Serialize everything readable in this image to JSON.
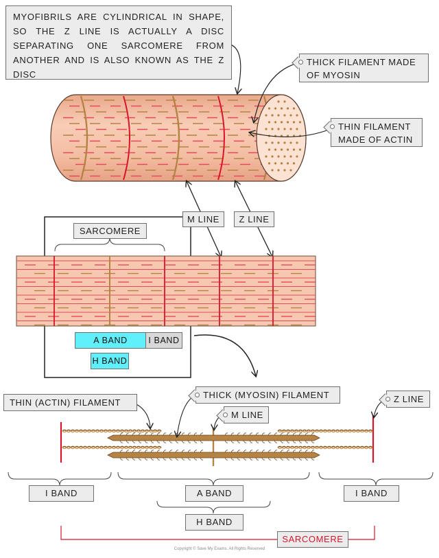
{
  "note": "Myofibrils are cylindrical in shape, so the Z line is actually a disc separating one sarcomere from another and is also known as the Z disc",
  "labels": {
    "thick_filament_top": "Thick filament made of myosin",
    "thin_filament_top": "Thin filament made of actin",
    "m_line_mid": "M line",
    "z_line_mid": "Z line",
    "sarcomere_mid": "Sarcomere",
    "a_band_mid": "A band",
    "i_band_mid": "I band",
    "h_band_mid": "H band",
    "thin_filament_bottom": "Thin (actin) filament",
    "thick_filament_bottom": "Thick (myosin) filament",
    "m_line_bottom": "M line",
    "z_line_bottom": "Z line",
    "i_band_left": "I band",
    "a_band_bottom": "A band",
    "i_band_right": "I band",
    "h_band_bottom": "H band",
    "sarcomere_bottom": "Sarcomere"
  },
  "colors": {
    "muscle_fill": "#f7c8b0",
    "z_line": "#d9142b",
    "thin_filament": "#e44a5c",
    "thick_filament": "#b58344",
    "a_band": "#5ff0fb",
    "i_band": "#d8d8d8",
    "h_band": "#5ff0fb"
  },
  "copyright": "Copyright © Save My Exams. All Rights Reserved"
}
